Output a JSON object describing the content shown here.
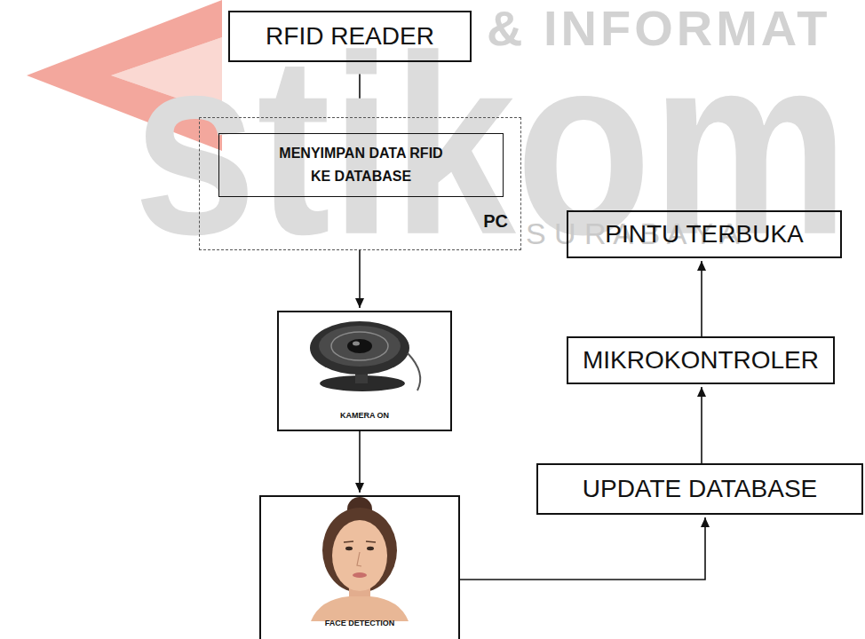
{
  "diagram": {
    "nodes": [
      {
        "text": [
          "RFID READER"
        ]
      },
      {
        "text": [
          "PC"
        ]
      },
      {
        "text": [
          "MENYIMPAN DATA RFID KE DATABASE"
        ],
        "in": 1
      },
      {
        "text": [
          "KAMERA ON"
        ]
      },
      {
        "text": [
          "FACE DETECTION"
        ]
      },
      {
        "text": [
          "UPDATE DATABASE"
        ]
      },
      {
        "text": [
          "MIKROKONTROLER"
        ]
      },
      {
        "text": [
          "PINTU TERBUKA"
        ]
      }
    ],
    "edges": [
      {
        "from": 0,
        "to": 1,
        "arrow": "to"
      },
      {
        "from": 1,
        "to": 3,
        "arrow": "to"
      },
      {
        "from": 3,
        "to": 4,
        "arrow": "to"
      },
      {
        "from": 4,
        "to": 5,
        "arrow": "to"
      },
      {
        "from": 5,
        "to": 6,
        "arrow": "to"
      },
      {
        "from": 6,
        "to": 7,
        "arrow": "to"
      }
    ],
    "labels": [
      "stikom",
      "& INFORMAT",
      "S U R A B A Y A"
    ]
  }
}
